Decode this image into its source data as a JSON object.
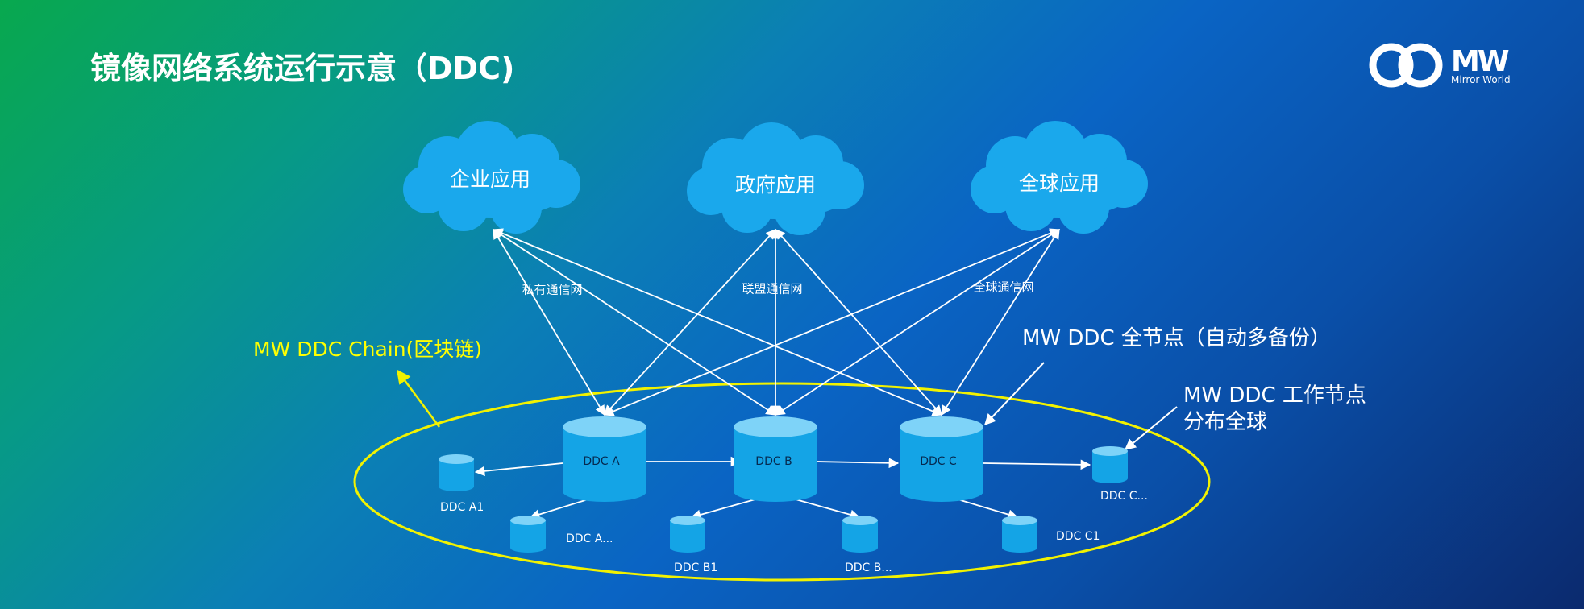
{
  "title": "镜像网络系统运行示意（DDC)",
  "logo": {
    "wordmark": "MW",
    "sub": "Mirror World",
    "icon": "mirror-world-logo-icon"
  },
  "clouds": [
    {
      "id": "enterprise",
      "label": "企业应用"
    },
    {
      "id": "government",
      "label": "政府应用"
    },
    {
      "id": "global",
      "label": "全球应用"
    }
  ],
  "networks": [
    {
      "id": "private",
      "label": "私有通信网"
    },
    {
      "id": "alliance",
      "label": "联盟通信网"
    },
    {
      "id": "global",
      "label": "全球通信网"
    }
  ],
  "main_nodes": [
    {
      "id": "ddc-a",
      "label": "DDC A"
    },
    {
      "id": "ddc-b",
      "label": "DDC B"
    },
    {
      "id": "ddc-c",
      "label": "DDC C"
    }
  ],
  "small_nodes": [
    {
      "id": "ddc-a1",
      "label": "DDC A1"
    },
    {
      "id": "ddc-a-more",
      "label": "DDC A..."
    },
    {
      "id": "ddc-b1",
      "label": "DDC B1"
    },
    {
      "id": "ddc-b-more",
      "label": "DDC B..."
    },
    {
      "id": "ddc-c1",
      "label": "DDC C1"
    },
    {
      "id": "ddc-c-more",
      "label": "DDC C..."
    }
  ],
  "annotations": {
    "chain": "MW DDC Chain(区块链)",
    "full_node": "MW DDC 全节点（自动多备份）",
    "work_node_line1": "MW DDC 工作节点",
    "work_node_line2": "分布全球"
  },
  "colors": {
    "cloud": "#1aa8ec",
    "node_body": "#14a4e6",
    "node_top": "#7ed3f8",
    "chain_ellipse": "#f2f200",
    "arrow": "#ffffff"
  }
}
